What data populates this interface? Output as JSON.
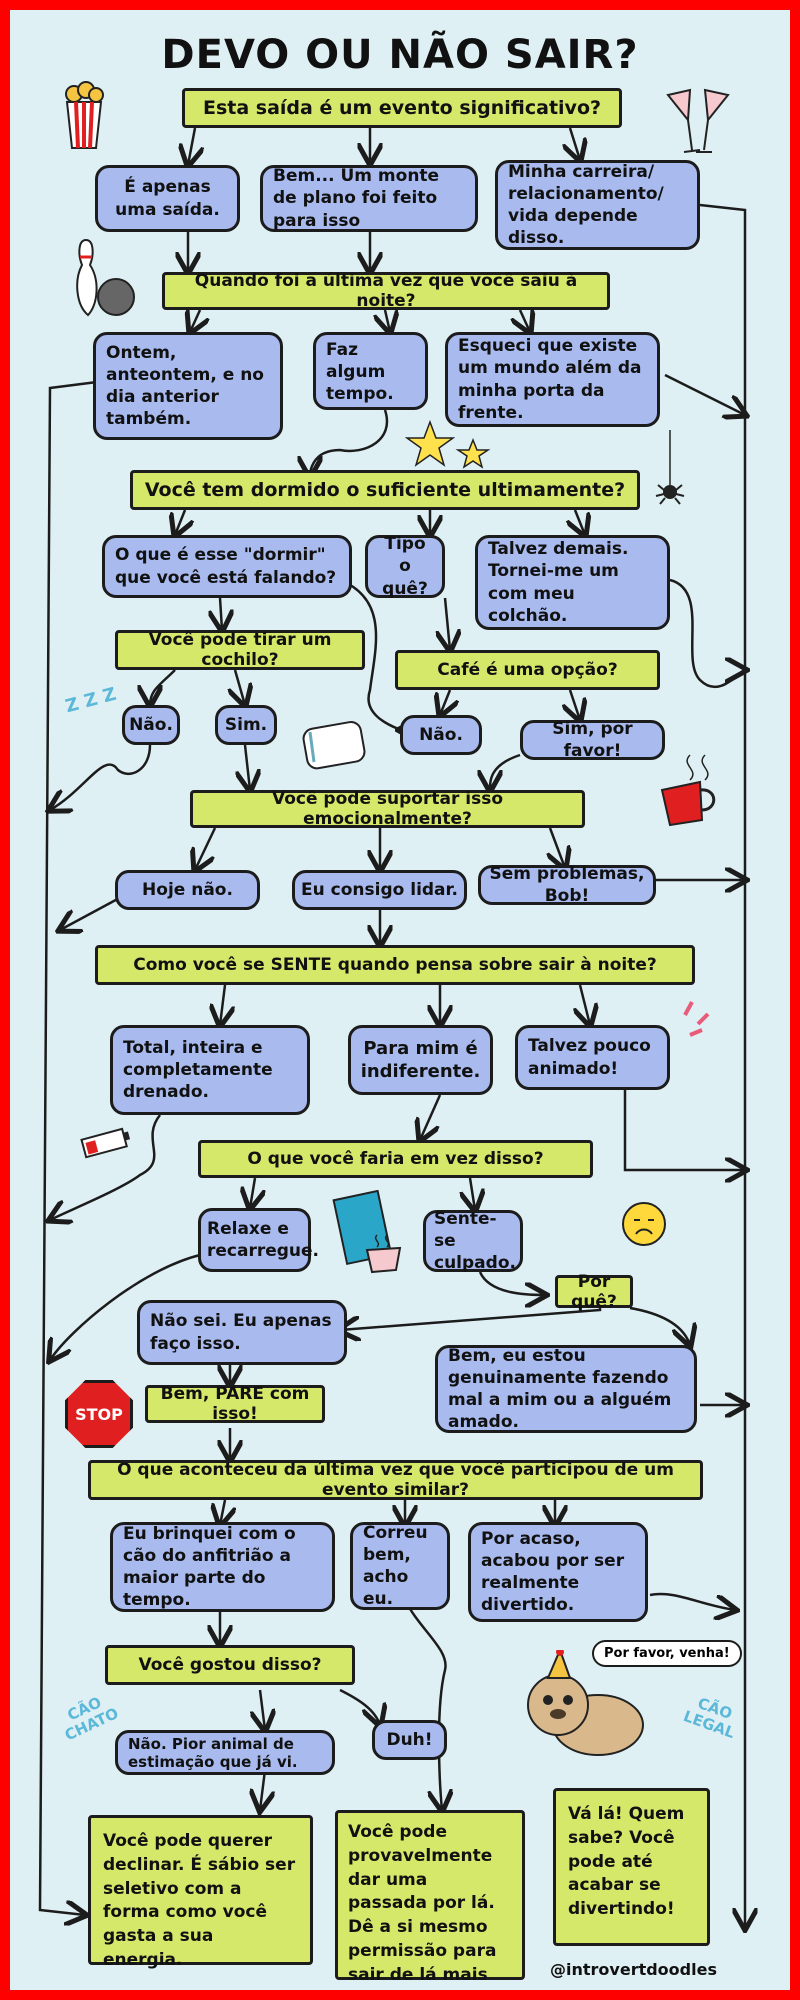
{
  "title": "DEVO OU NÃO SAIR?",
  "q1": "Esta saída é um evento significativo?",
  "q1_answers": [
    "É apenas uma saída.",
    "Bem... Um monte de plano foi feito para isso",
    "Minha carreira/ relacionamento/ vida depende disso."
  ],
  "q2": "Quando foi a última vez que você saiu à noite?",
  "q2_answers": [
    "Ontem, anteontem, e no dia anterior também.",
    "Faz algum tempo.",
    "Esqueci que existe um mundo além da minha porta da frente."
  ],
  "q3": "Você tem dormido o suficiente ultimamente?",
  "q3_answers": [
    "O que é esse \"dormir\" que você está falando?",
    "Tipo o quê?",
    "Talvez demais. Tornei-me um com meu colchão."
  ],
  "q3a": "Você pode tirar um cochilo?",
  "q3a_answers": [
    "Não.",
    "Sim."
  ],
  "q3b": "Café é uma opção?",
  "q3b_answers": [
    "Não.",
    "Sim, por favor!"
  ],
  "q4": "Você pode suportar isso emocionalmente?",
  "q4_answers": [
    "Hoje não.",
    "Eu consigo lidar.",
    "Sem problemas, Bob!"
  ],
  "q5": "Como você se SENTE quando pensa sobre sair à noite?",
  "q5_answers": [
    "Total, inteira e completamente drenado.",
    "Para mim é indiferente.",
    "Talvez pouco animado!"
  ],
  "q6": "O que você faria em vez disso?",
  "q6_answers": [
    "Relaxe e recarregue.",
    "Sente-se culpado."
  ],
  "q6a": "Por quê?",
  "q6a_answers": [
    "Não sei. Eu apenas faço isso.",
    "Bem, eu estou genuinamente fazendo mal a mim ou a alguém amado."
  ],
  "q6b": "Bem, PARE com isso!",
  "q7": "O que aconteceu da última vez que você participou de um evento similar?",
  "q7_answers": [
    "Eu brinquei com o cão do anfitrião a maior parte do tempo.",
    "Correu bem, acho eu.",
    "Por acaso, acabou por ser realmente divertido."
  ],
  "q7a": "Você gostou disso?",
  "q7a_answers": [
    "Não. Pior animal de estimação que já vi.",
    "Duh!"
  ],
  "results": [
    "Você pode querer declinar. É sábio ser seletivo com a forma como você gasta a sua energia.",
    "Você pode provavelmente dar uma passada por lá. Dê a si mesmo permissão para sair de lá mais cedo, se assim o desejar.",
    "Vá lá! Quem sabe? Você pode até acabar se divertindo!"
  ],
  "decor": {
    "zzz": "Z Z Z",
    "stop": "STOP",
    "speech": "Por favor, venha!",
    "side_left": "CÃO CHATO",
    "side_right": "CÃO LEGAL"
  },
  "credit": "@introvertdoodles",
  "colors": {
    "border": "#ff0000",
    "background": "#dff0f5",
    "question": "#d6e86a",
    "answer": "#a9bbee"
  }
}
